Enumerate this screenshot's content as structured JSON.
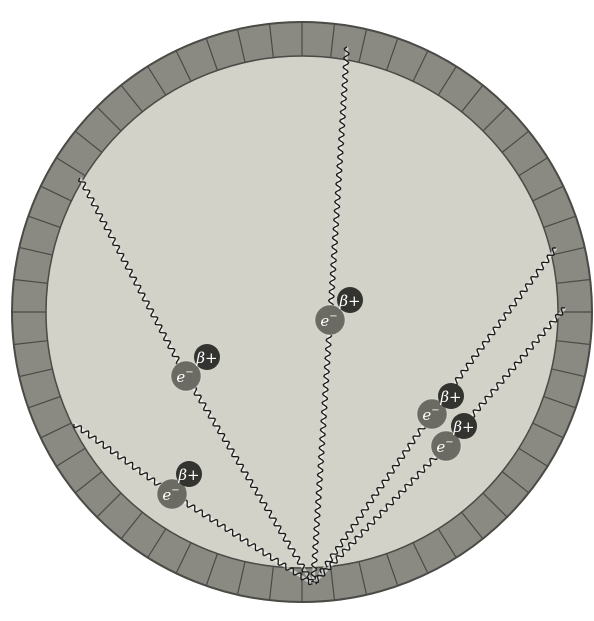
{
  "labels": {
    "positron": "β+",
    "electron": "e",
    "electron_charge": "−"
  },
  "pairs": [
    {
      "id": "pair-center"
    },
    {
      "id": "pair-left-middle"
    },
    {
      "id": "pair-left-lower"
    },
    {
      "id": "pair-right-upper"
    },
    {
      "id": "pair-right-lower"
    }
  ],
  "colors": {
    "background": "#ffffff",
    "detector_ring": "#8a8a82",
    "detector_cell_border": "#4a4a46",
    "chamber_fill": "#d2d2c8",
    "photon_line": "#1a1a1a",
    "track_highlight": "#ffffff",
    "electron_fill": "#6b6b63",
    "positron_fill": "#33332f"
  }
}
